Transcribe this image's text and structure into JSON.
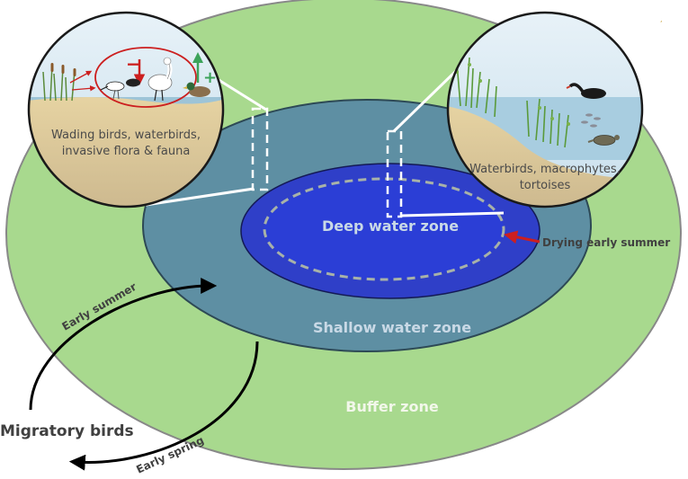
{
  "zones": {
    "deep": "Deep water zone",
    "shallow": "Shallow water zone",
    "buffer": "Buffer zone"
  },
  "callouts": {
    "left": {
      "line1": "Wading birds, waterbirds,",
      "line2": "invasive flora & fauna"
    },
    "right": {
      "line1": "Waterbirds, macrophytes,",
      "line2": "tortoises"
    }
  },
  "labels": {
    "drying": "Drying early summer",
    "migratory": "Migratory birds",
    "early_summer": "Early summer",
    "early_spring": "Early spring"
  },
  "colors": {
    "buffer": "#a8d98e",
    "shallow": "#5e8fa3",
    "deep_outer": "#2f3fc8",
    "deep_inner": "#2b3ed6",
    "zone_text": "#c9d9e6",
    "buffer_text": "#f2f7ea",
    "arrow_red": "#cc1f1f",
    "plus_green": "#3ca35a"
  },
  "icons": [
    "arrow-red-icon",
    "minus-sign",
    "plus-sign",
    "egret-icon",
    "duck-icon",
    "swan-icon",
    "fish-icon",
    "tortoise-icon"
  ]
}
